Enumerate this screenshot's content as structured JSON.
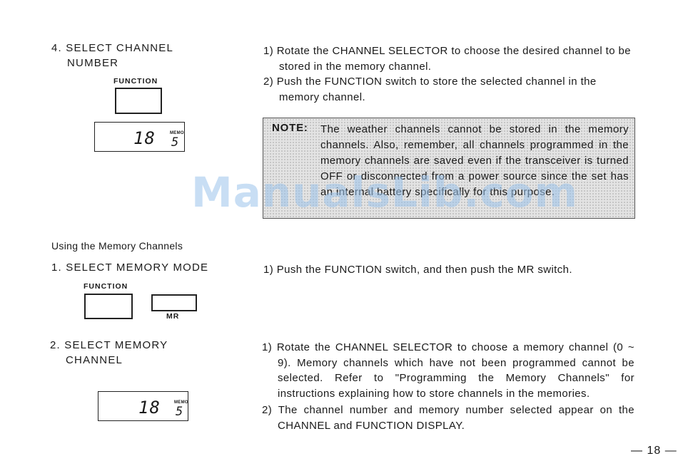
{
  "section_select_channel": {
    "heading_line1": "4. SELECT CHANNEL",
    "heading_line2": "NUMBER",
    "function_label": "FUNCTION",
    "display_channel": "18",
    "display_memo_label": "MEMO",
    "display_memo_number": "5",
    "steps": [
      "1) Rotate the CHANNEL SELECTOR to choose the desired channel to be stored in the memory channel.",
      "2) Push the FUNCTION switch to store the selected channel in the memory channel."
    ]
  },
  "note": {
    "label": "NOTE:",
    "text": "The weather channels cannot be stored in the memory channels. Also, remember, all channels programmed in the memory channels are saved even if the transceiver is turned OFF or disconnected from a power source since the set has an internal battery specifically for this purpose."
  },
  "using_memory": {
    "title": "Using the Memory Channels",
    "step1": {
      "heading": "1. SELECT MEMORY MODE",
      "function_label": "FUNCTION",
      "mr_label": "MR",
      "instruction": "1) Push the FUNCTION switch, and then push the MR switch."
    },
    "step2": {
      "heading_line1": "2. SELECT MEMORY",
      "heading_line2": "CHANNEL",
      "display_channel": "18",
      "display_memo_label": "MEMO",
      "display_memo_number": "5",
      "steps": [
        "1) Rotate the CHANNEL SELECTOR to choose a memory channel (0 ~ 9). Memory channels which have not been programmed cannot be selected. Refer to \"Programming the Memory Channels\" for instructions explaining how to store channels in the memories.",
        "2) The channel number and memory number selected appear on the CHANNEL and FUNCTION DISPLAY."
      ]
    }
  },
  "watermark": "ManualsLib.com",
  "page_number": "— 18 —"
}
